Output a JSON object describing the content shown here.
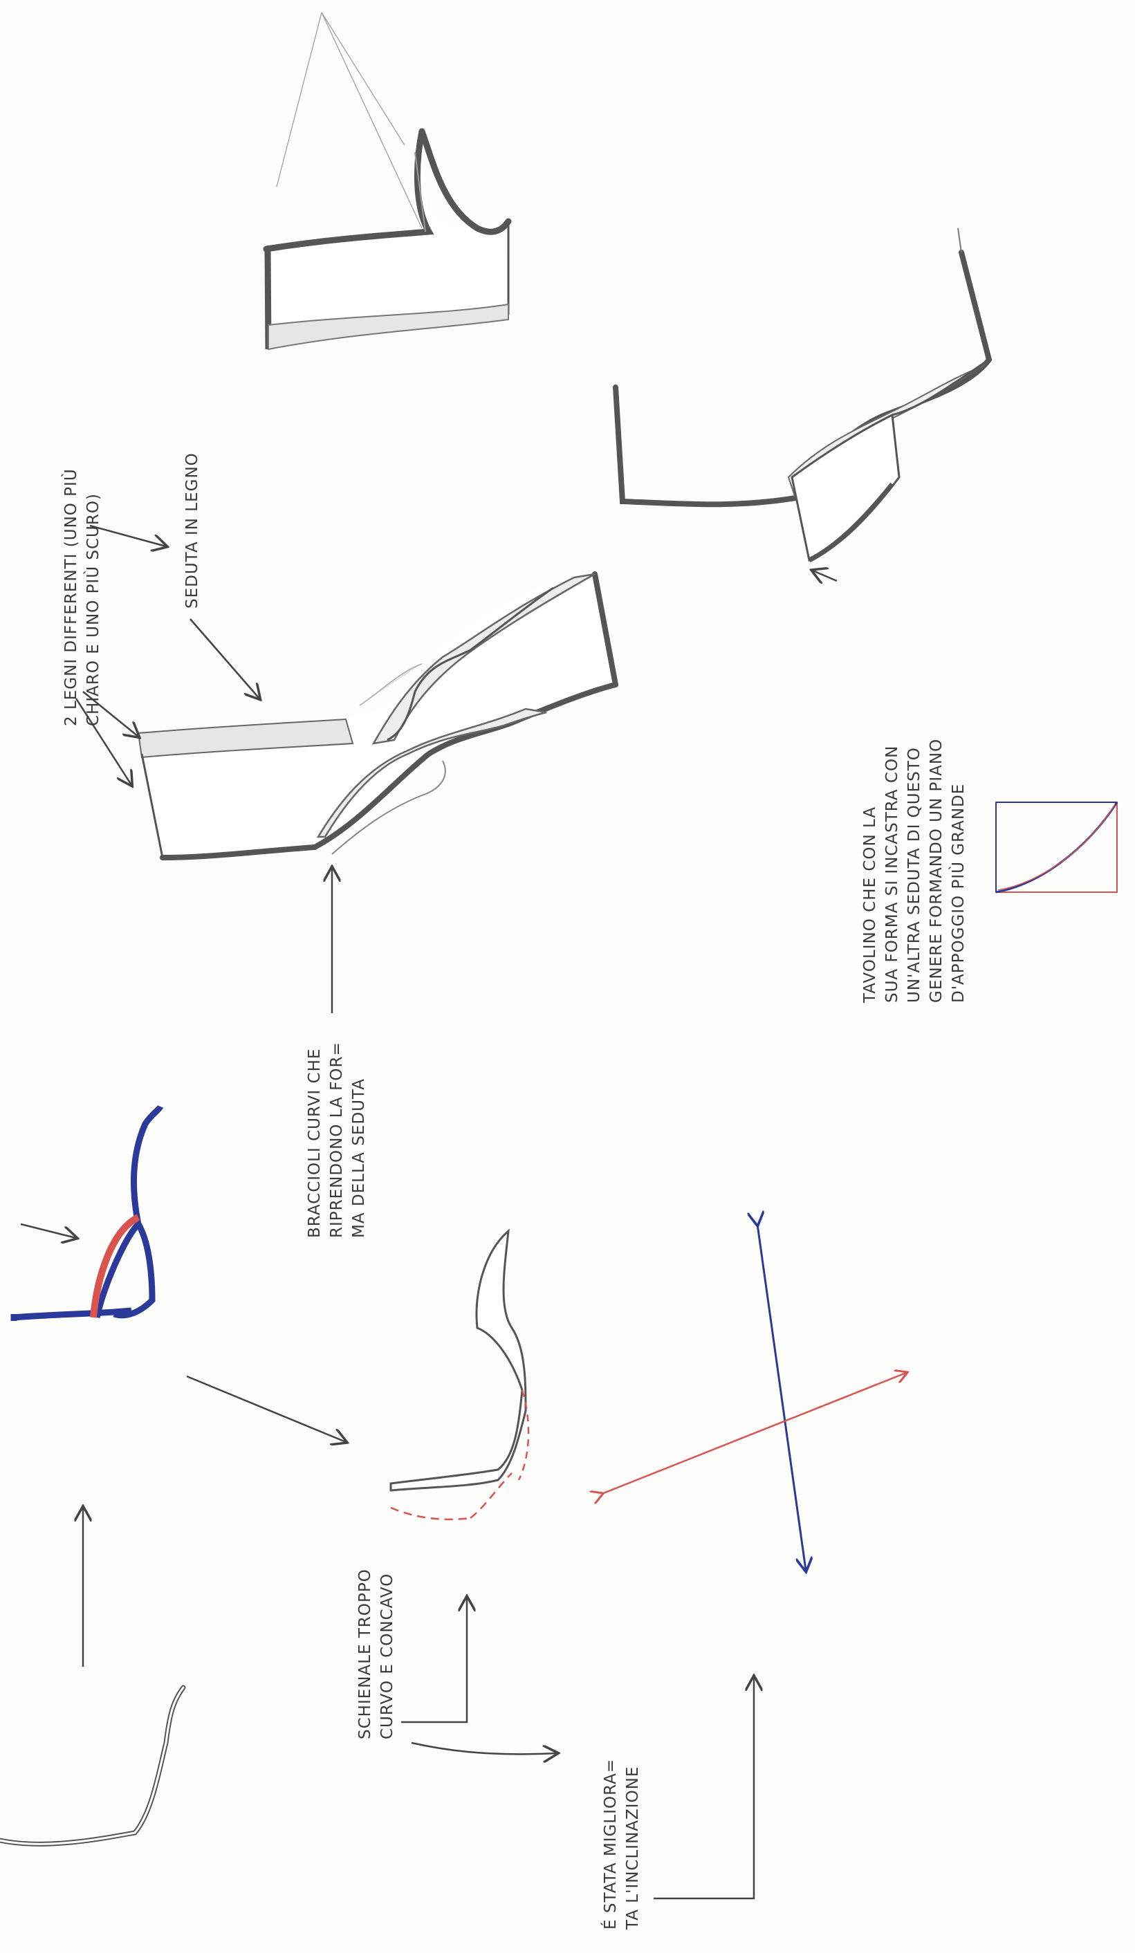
{
  "annotations": {
    "legni_line1": "2 LEGNI DIFFERENTI (UNO PIÙ",
    "legni_line2": "CHIARO E UNO PIÙ SCURO)",
    "seduta": "SEDUTA IN LEGNO",
    "braccioli_line1": "BRACCIOLI CURVI CHE",
    "braccioli_line2": "RIPRENDONO LA FOR=",
    "braccioli_line3": "MA DELLA SEDUTA",
    "tavolino_line1": "TAVOLINO CHE CON LA",
    "tavolino_line2": "SUA FORMA SI INCASTRA CON",
    "tavolino_line3": "UN'ALTRA SEDUTA DI QUESTO",
    "tavolino_line4": "GENERE FORMANDO UN PIANO",
    "tavolino_line5": "D'APPOGGIO PIÙ GRANDE",
    "schienale_line1": "SCHIENALE TROPPO",
    "schienale_line2": "CURVO E CONCAVO",
    "migliorata_line1": "É STATA MIGLIORA=",
    "migliorata_line2": "TA L'INCLINAZIONE"
  },
  "colors": {
    "ink": "#555555",
    "blue": "#2b3a9a",
    "red": "#d9534f",
    "wood_light": "#e6e6e6"
  }
}
